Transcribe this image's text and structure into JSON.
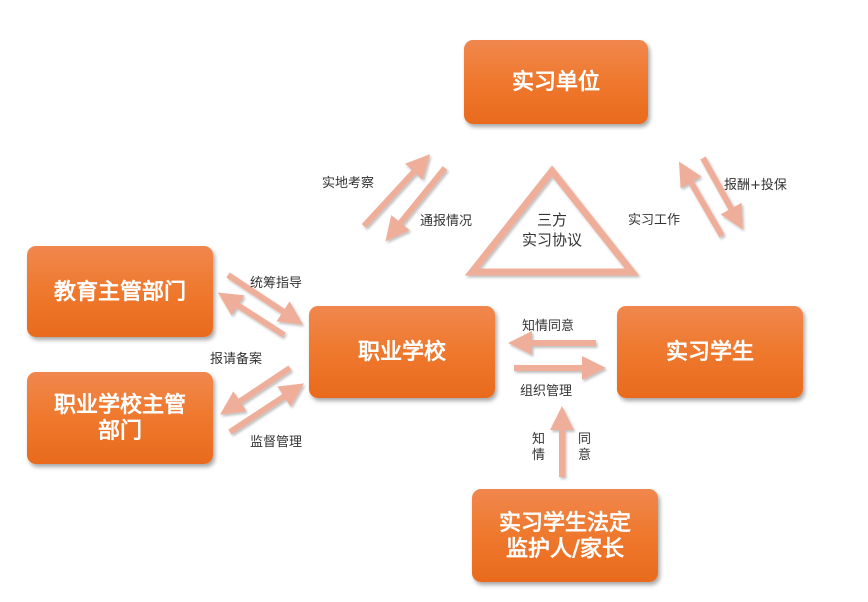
{
  "colors": {
    "box": "#ef7a30",
    "arrow": "#efae99",
    "text": "#333333"
  },
  "nodes": {
    "internship_unit": "实习单位",
    "edu_authority": "教育主管部门",
    "school_authority": "职业学校主管部门",
    "vocational_school": "职业学校",
    "intern_student": "实习学生",
    "guardian": "实习学生法定监护人/家长"
  },
  "center": {
    "line1": "三方",
    "line2": "实习协议"
  },
  "edges": {
    "site_inspection": "实地考察",
    "report_situation": "通报情况",
    "internship_work": "实习工作",
    "pay_insurance": "报酬+投保",
    "overall_guidance": "统筹指导",
    "report_filing": "报请备案",
    "supervision": "监督管理",
    "informed_consent": "知情同意",
    "organize_manage": "组织管理",
    "guardian_informed": "知情",
    "guardian_consent": "同意"
  }
}
